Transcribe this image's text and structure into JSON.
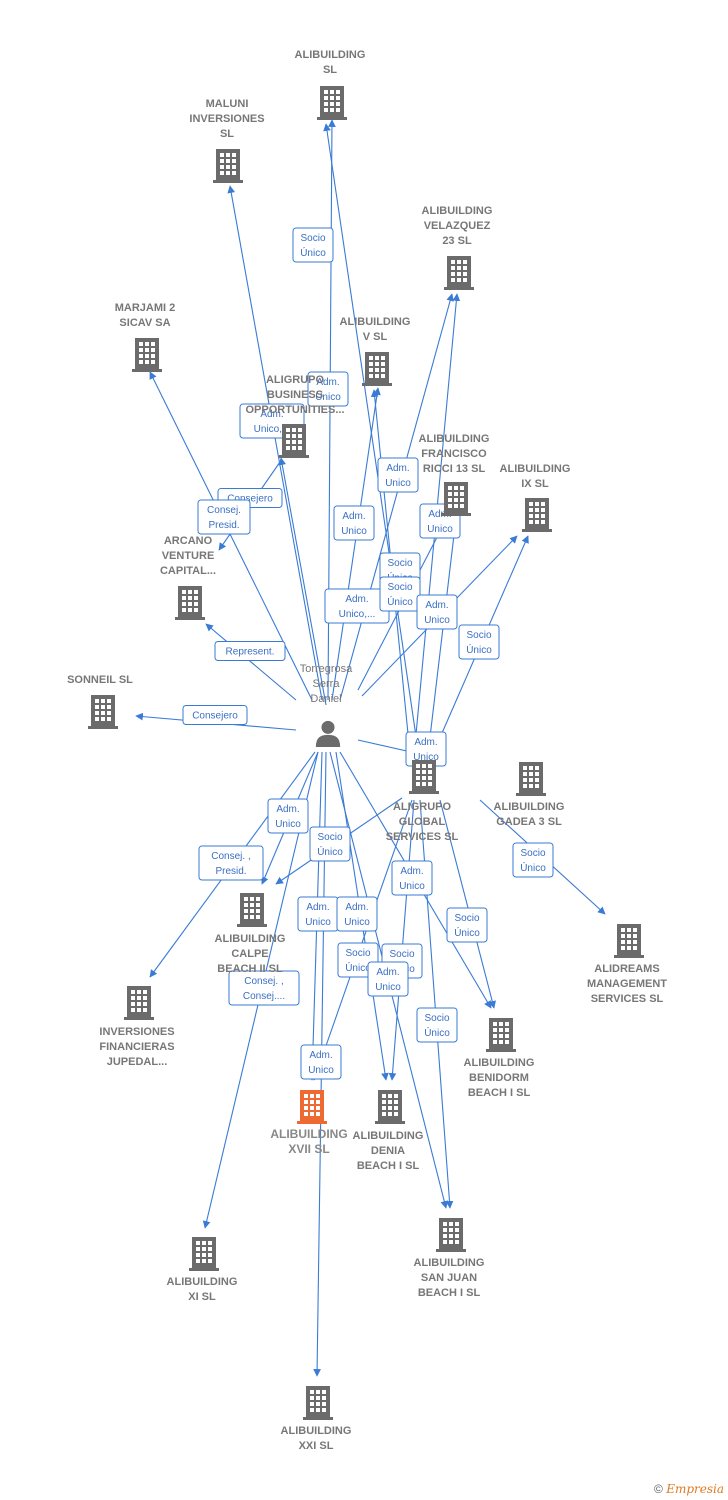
{
  "colors": {
    "edge": "#3a7bd5",
    "building": "#6b6b6b",
    "highlight": "#ee6a32"
  },
  "person": {
    "id": "p",
    "label": [
      "Torregrosa",
      "Serra",
      "Daniel"
    ]
  },
  "nodes": [
    {
      "id": "alibuilding_sl",
      "label": [
        "ALIBUILDING",
        "SL"
      ]
    },
    {
      "id": "maluni",
      "label": [
        "MALUNI",
        "INVERSIONES",
        "SL"
      ]
    },
    {
      "id": "velazquez",
      "label": [
        "ALIBUILDING",
        "VELAZQUEZ",
        "23  SL"
      ]
    },
    {
      "id": "marjami",
      "label": [
        "MARJAMI 2",
        "SICAV SA"
      ]
    },
    {
      "id": "alib_v",
      "label": [
        "ALIBUILDING",
        "V  SL"
      ]
    },
    {
      "id": "aligrupo_bus",
      "label": [
        "ALIGRUPO",
        "BUSINESS",
        "OPPORTUNITIES..."
      ]
    },
    {
      "id": "francisco",
      "label": [
        "ALIBUILDING",
        "FRANCISCO",
        "RICCI 13  SL"
      ]
    },
    {
      "id": "alib_ix",
      "label": [
        "ALIBUILDING",
        "IX  SL"
      ]
    },
    {
      "id": "arcano",
      "label": [
        "ARCANO",
        "VENTURE",
        "CAPITAL..."
      ]
    },
    {
      "id": "sonneil",
      "label": [
        "SONNEIL  SL"
      ]
    },
    {
      "id": "aligrupo_glob",
      "label": [
        "ALIGRUPO",
        "GLOBAL",
        "SERVICES  SL"
      ]
    },
    {
      "id": "gadea",
      "label": [
        "ALIBUILDING",
        "GADEA 3  SL"
      ]
    },
    {
      "id": "calpe",
      "label": [
        "ALIBUILDING",
        "CALPE",
        "BEACH II  SL"
      ]
    },
    {
      "id": "alidreams",
      "label": [
        "ALIDREAMS",
        "MANAGEMENT",
        "SERVICES  SL"
      ]
    },
    {
      "id": "inversiones",
      "label": [
        "INVERSIONES",
        "FINANCIERAS",
        "JUPEDAL..."
      ]
    },
    {
      "id": "benidorm",
      "label": [
        "ALIBUILDING",
        "BENIDORM",
        "BEACH I  SL"
      ]
    },
    {
      "id": "xvii",
      "label": [
        "ALIBUILDING",
        "XVII  SL"
      ],
      "main": true
    },
    {
      "id": "denia",
      "label": [
        "ALIBUILDING",
        "DENIA",
        "BEACH I  SL"
      ]
    },
    {
      "id": "sanjuan",
      "label": [
        "ALIBUILDING",
        "SAN JUAN",
        "BEACH I  SL"
      ]
    },
    {
      "id": "xi",
      "label": [
        "ALIBUILDING",
        "XI  SL"
      ]
    },
    {
      "id": "xxi",
      "label": [
        "ALIBUILDING",
        "XXI  SL"
      ]
    }
  ],
  "relations": [
    {
      "from": "p",
      "to": "alibuilding_sl",
      "label": [
        "Socio",
        "Único"
      ]
    },
    {
      "from": "aligrupo_glob",
      "to": "alibuilding_sl",
      "label": [
        "Adm.",
        "Unico"
      ]
    },
    {
      "from": "p",
      "to": "maluni",
      "label": []
    },
    {
      "from": "p",
      "to": "aligrupo_bus",
      "label": [
        "Adm.",
        "Unico,..."
      ]
    },
    {
      "from": "p",
      "to": "marjami",
      "label": [
        "Consejero"
      ]
    },
    {
      "from": "aligrupo_bus",
      "to": "arcano",
      "label": [
        "Consej.",
        "Presid."
      ]
    },
    {
      "from": "p",
      "to": "alib_v",
      "label": [
        "Adm.",
        "Unico"
      ]
    },
    {
      "from": "p",
      "to": "velazquez",
      "label": [
        "Adm.",
        "Unico"
      ]
    },
    {
      "from": "aligrupo_glob",
      "to": "velazquez",
      "label": [
        "Socio",
        "Único"
      ]
    },
    {
      "from": "aligrupo_glob",
      "to": "alib_v",
      "label": [
        "Adm.",
        "Unico,..."
      ]
    },
    {
      "from": "p",
      "to": "francisco",
      "label": [
        "Adm.",
        "Unico"
      ]
    },
    {
      "from": "aligrupo_glob",
      "to": "francisco",
      "label": [
        "Socio",
        "Único"
      ]
    },
    {
      "from": "p",
      "to": "alib_ix",
      "label": [
        "Adm.",
        "Unico"
      ]
    },
    {
      "from": "aligrupo_glob",
      "to": "alib_ix",
      "label": [
        "Socio",
        "Único"
      ]
    },
    {
      "from": "p",
      "to": "arcano",
      "label": [
        "Represent."
      ]
    },
    {
      "from": "p",
      "to": "sonneil",
      "label": [
        "Consejero"
      ]
    },
    {
      "from": "p",
      "to": "aligrupo_glob",
      "label": [
        "Adm.",
        "Unico"
      ]
    },
    {
      "from": "aligrupo_glob",
      "to": "alidreams",
      "label": [
        "Socio",
        "Único"
      ]
    },
    {
      "from": "p",
      "to": "inversiones",
      "label": [
        "Consej. ,",
        "Presid."
      ]
    },
    {
      "from": "p",
      "to": "calpe",
      "label": [
        "Adm.",
        "Unico"
      ]
    },
    {
      "from": "aligrupo_glob",
      "to": "calpe",
      "label": [
        "Socio",
        "Único"
      ]
    },
    {
      "from": "p",
      "to": "xi",
      "label": [
        "Consej. ,",
        "Consej...."
      ]
    },
    {
      "from": "p",
      "to": "xvii",
      "label": [
        "Adm.",
        "Unico"
      ]
    },
    {
      "from": "aligrupo_glob",
      "to": "xvii",
      "label": [
        "Adm.",
        "Unico"
      ]
    },
    {
      "from": "p",
      "to": "denia",
      "label": [
        "Adm.",
        "Unico"
      ]
    },
    {
      "from": "aligrupo_glob",
      "to": "denia",
      "label": [
        "Socio",
        "Único"
      ]
    },
    {
      "from": "p",
      "to": "benidorm",
      "label": [
        "Socio",
        "Único"
      ]
    },
    {
      "from": "aligrupo_glob",
      "to": "benidorm",
      "label": [
        "Socio",
        "Único"
      ]
    },
    {
      "from": "p",
      "to": "sanjuan",
      "label": [
        "Adm.",
        "Unico"
      ]
    },
    {
      "from": "aligrupo_glob",
      "to": "sanjuan",
      "label": [
        "Socio",
        "Único"
      ]
    },
    {
      "from": "p",
      "to": "xxi",
      "label": [
        "Adm.",
        "Unico"
      ]
    }
  ],
  "footer": {
    "copyright": "©",
    "brand": "Empresia"
  }
}
